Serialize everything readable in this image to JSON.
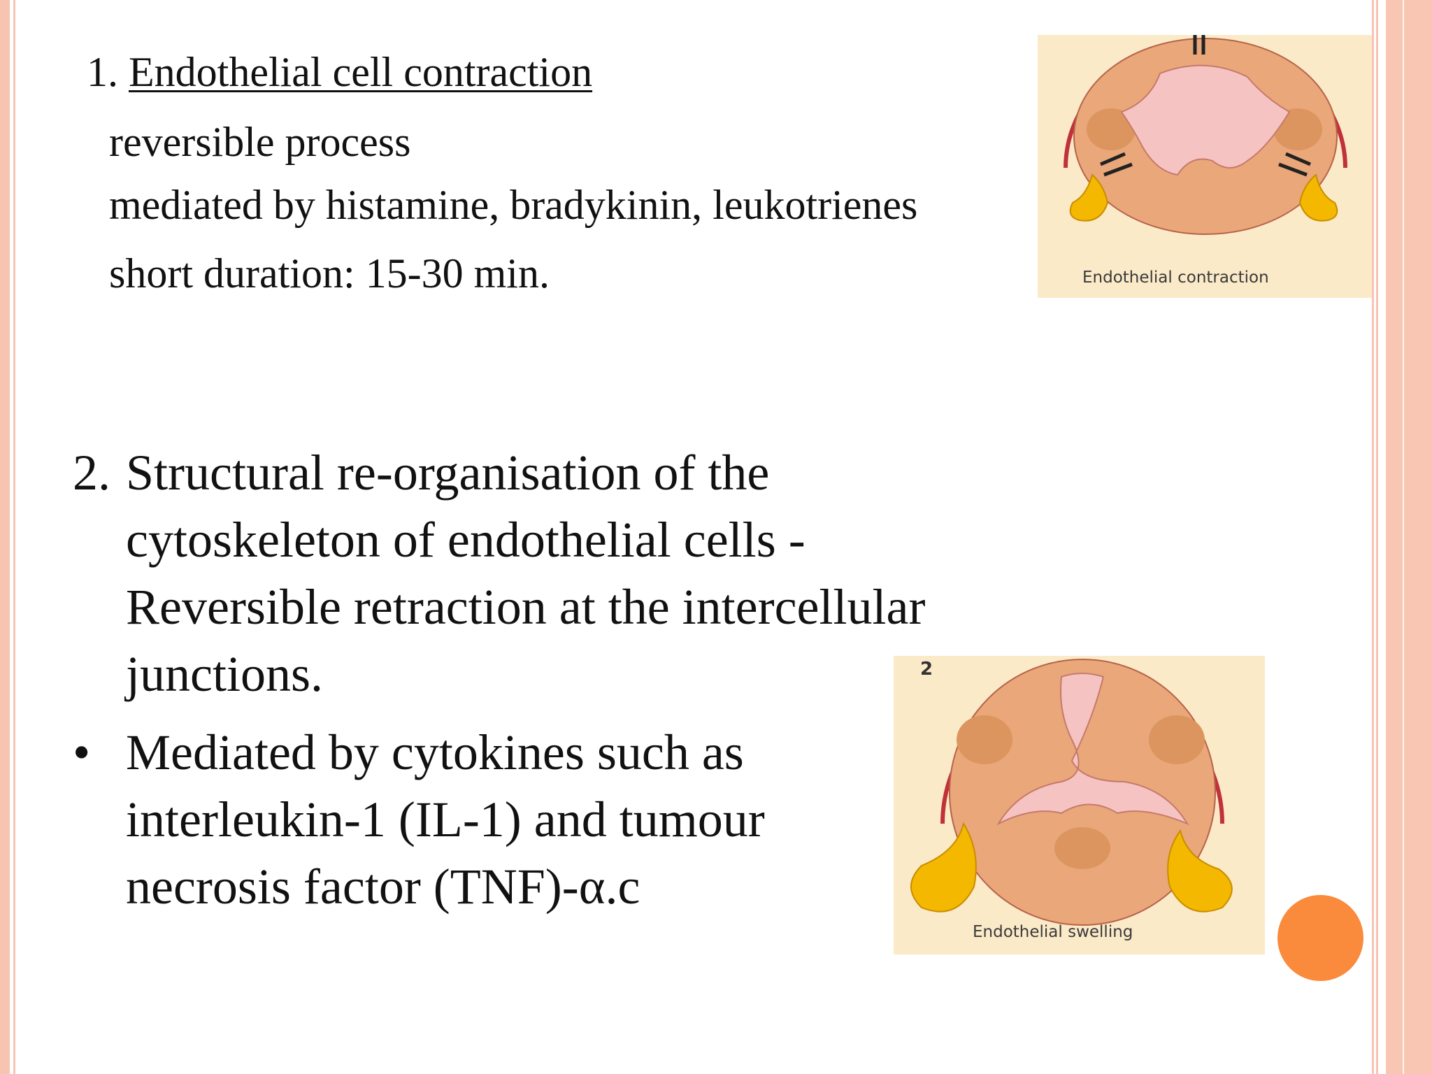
{
  "section1": {
    "number": "1.",
    "title": "Endothelial cell contraction",
    "lines": [
      "reversible process",
      "mediated by histamine, bradykinin, leukotrienes",
      "short duration: 15-30 min."
    ]
  },
  "section2": {
    "number": "2.",
    "lines": [
      "Structural re-organisation of  the",
      "cytoskeleton of  endothelial cells -",
      "Reversible  retraction at the intercellular",
      "junctions."
    ]
  },
  "bullet": {
    "symbol": "•",
    "lines": [
      "Mediated by cytokines such  as",
      "interleukin-1 (IL-1) and  tumour",
      "necrosis factor  (TNF)-α.c"
    ]
  },
  "figures": {
    "contraction": {
      "caption": "Endothelial contraction"
    },
    "swelling": {
      "number": "2",
      "caption": "Endothelial swelling"
    }
  },
  "colors": {
    "border": "#f7c4b2",
    "figure_bg": "#fbeac8",
    "cell": "#e9a77a",
    "lumen": "#f6c3c3",
    "vessel_wall": "#c0313a",
    "fluid": "#f5b800",
    "accent_dot": "#fa8a3c"
  }
}
